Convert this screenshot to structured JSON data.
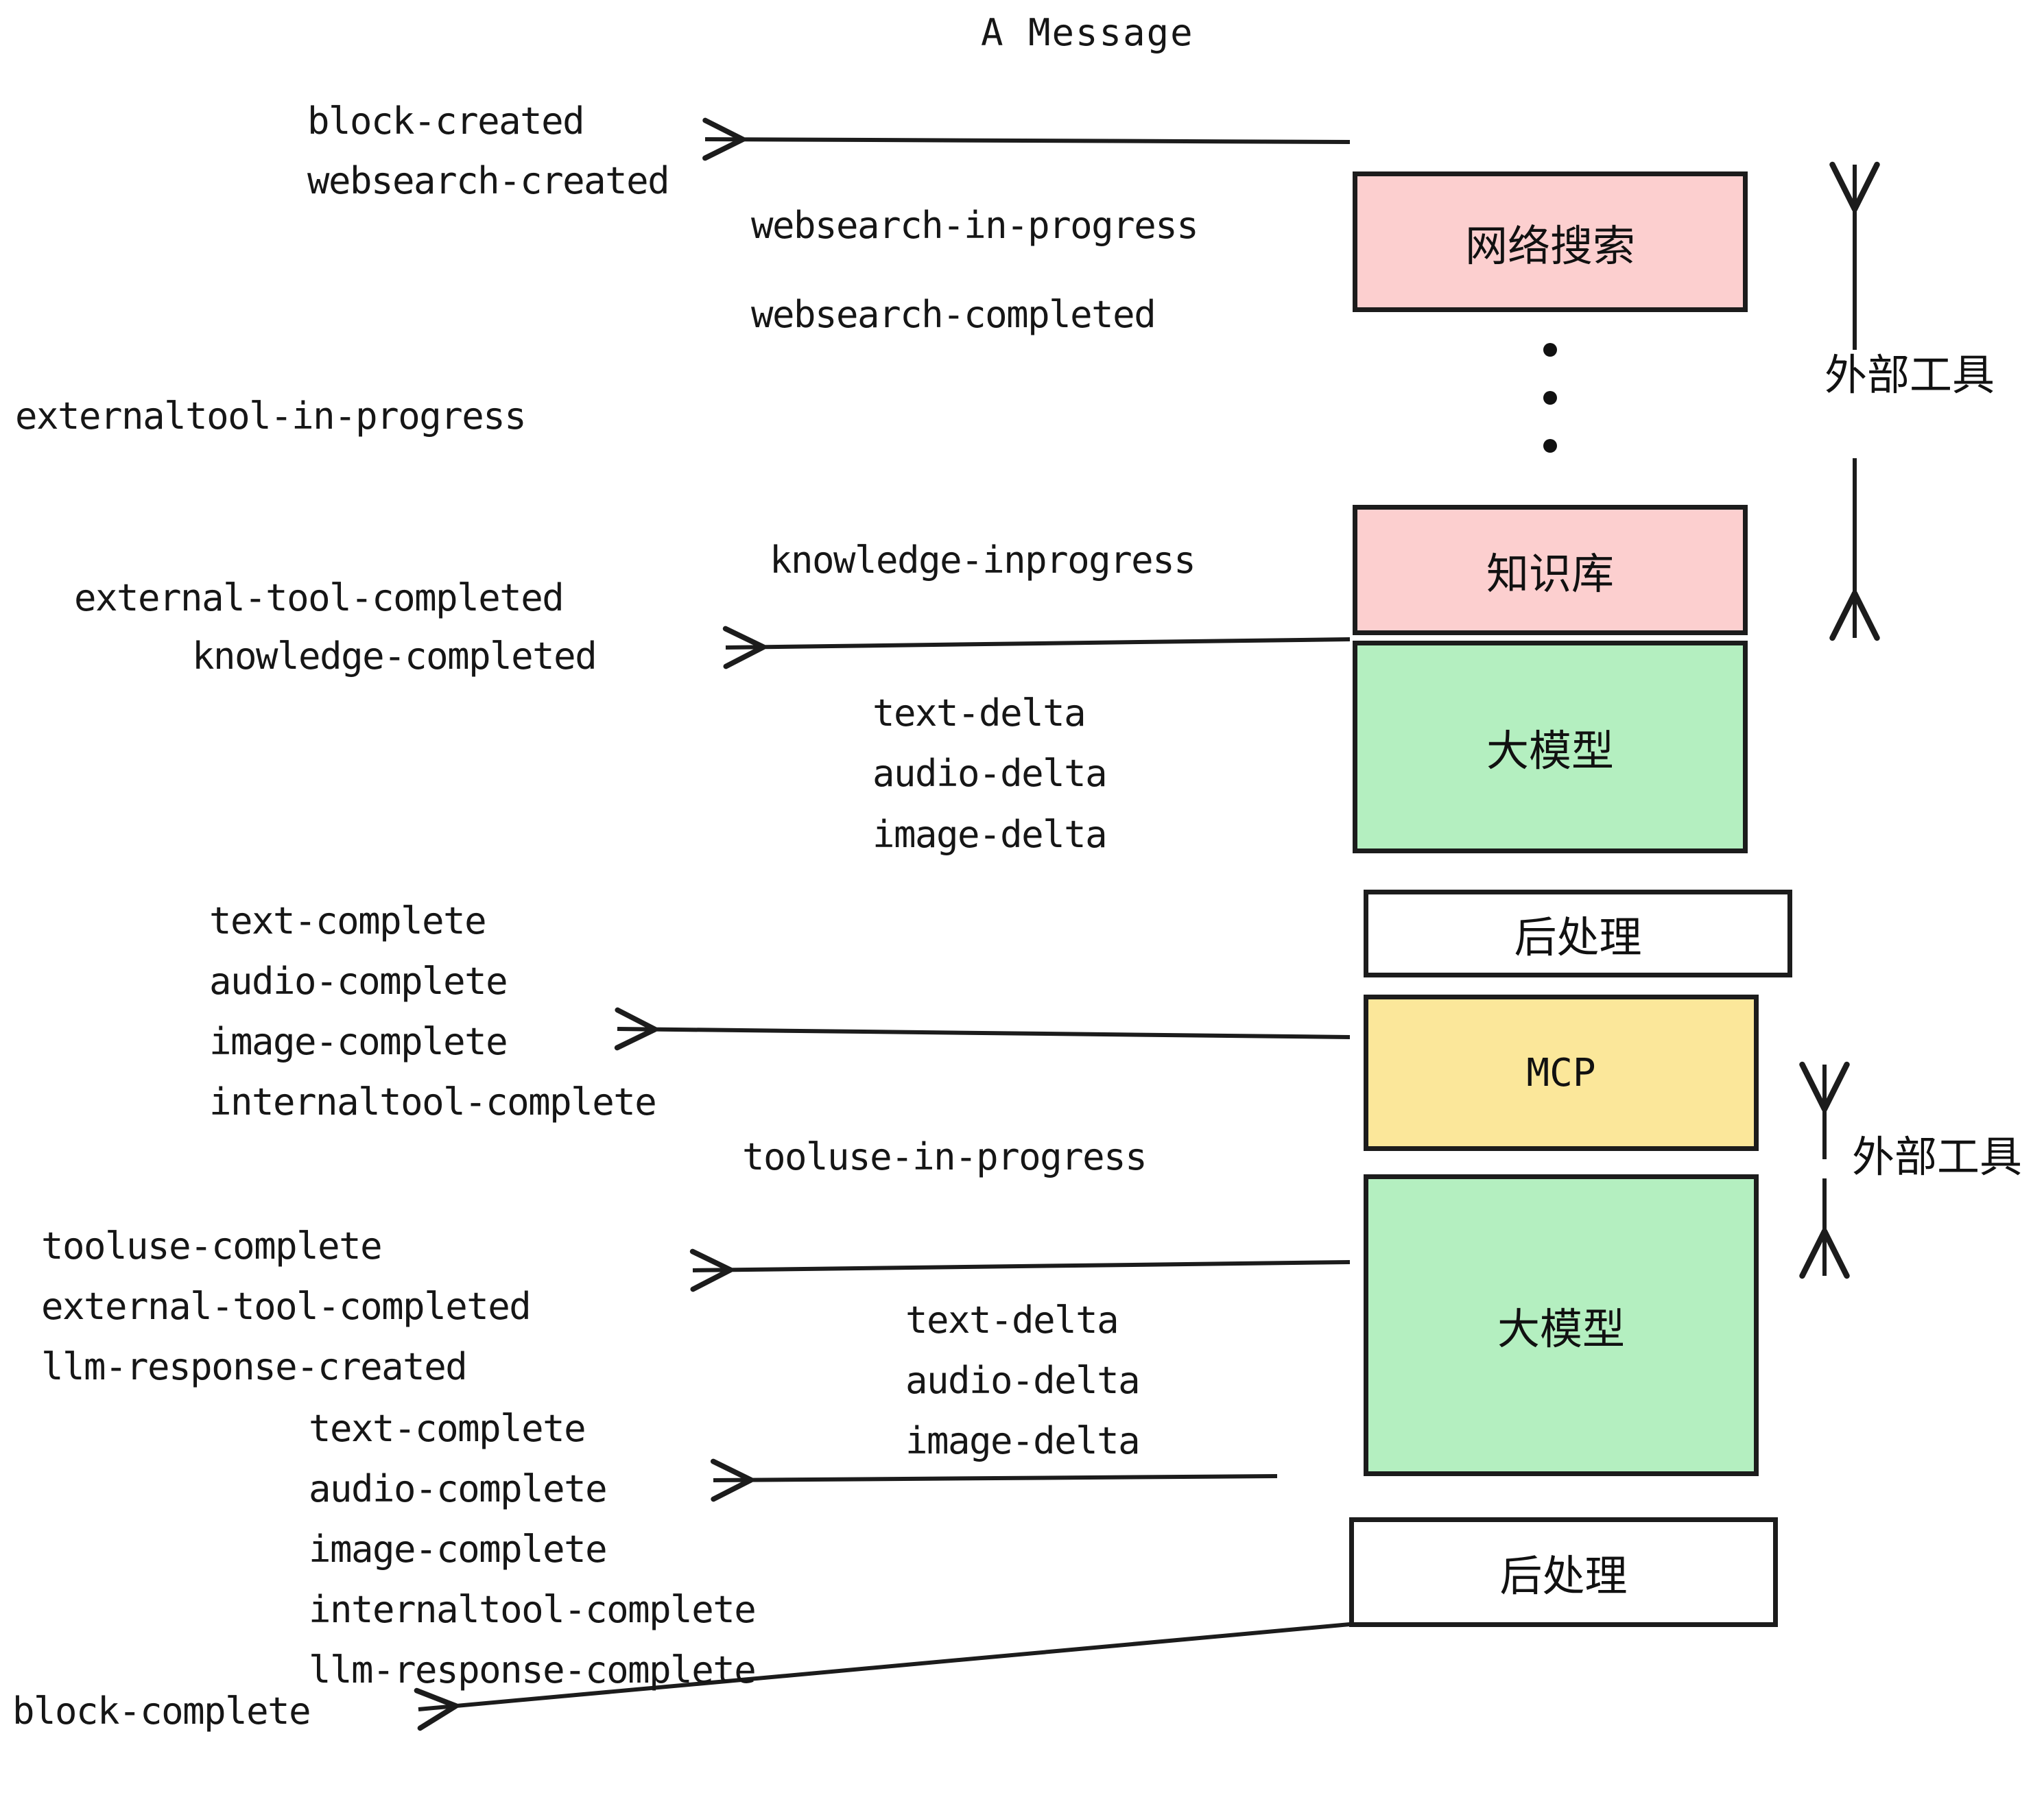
{
  "title": "A Message",
  "colors": {
    "pink": "#fccfcf",
    "green": "#b4efc0",
    "yellow": "#fbe79a",
    "white": "#ffffff",
    "stroke": "#1c1c1c",
    "text": "#161616",
    "background": "#ffffff"
  },
  "nodes": [
    {
      "id": "websearch",
      "label": "网络搜索",
      "fill": "pink",
      "mono": false
    },
    {
      "id": "knowledge",
      "label": "知识库",
      "fill": "pink",
      "mono": false
    },
    {
      "id": "llm-top",
      "label": "大模型",
      "fill": "green",
      "mono": false
    },
    {
      "id": "postprocess-top",
      "label": "后处理",
      "fill": "white",
      "mono": false
    },
    {
      "id": "mcp",
      "label": "MCP",
      "fill": "yellow",
      "mono": true
    },
    {
      "id": "llm-bottom",
      "label": "大模型",
      "fill": "green",
      "mono": false
    },
    {
      "id": "postprocess-bottom",
      "label": "后处理",
      "fill": "white",
      "mono": false
    }
  ],
  "group_labels": [
    {
      "id": "external-tools-top",
      "label": "外部工具"
    },
    {
      "id": "external-tools-bottom",
      "label": "外部工具"
    }
  ],
  "events": [
    {
      "id": "block-created",
      "text": "block-created"
    },
    {
      "id": "websearch-created",
      "text": "websearch-created"
    },
    {
      "id": "websearch-in-progress",
      "text": "websearch-in-progress"
    },
    {
      "id": "websearch-completed",
      "text": "websearch-completed"
    },
    {
      "id": "externaltool-in-progress",
      "text": "externaltool-in-progress"
    },
    {
      "id": "knowledge-inprogress",
      "text": "knowledge-inprogress"
    },
    {
      "id": "external-tool-completed-1",
      "text": "external-tool-completed"
    },
    {
      "id": "knowledge-completed",
      "text": "knowledge-completed"
    },
    {
      "id": "text-delta-1",
      "text": "text-delta"
    },
    {
      "id": "audio-delta-1",
      "text": "audio-delta"
    },
    {
      "id": "image-delta-1",
      "text": "image-delta"
    },
    {
      "id": "text-complete-1",
      "text": "text-complete"
    },
    {
      "id": "audio-complete-1",
      "text": "audio-complete"
    },
    {
      "id": "image-complete-1",
      "text": "image-complete"
    },
    {
      "id": "internaltool-complete-1",
      "text": "internaltool-complete"
    },
    {
      "id": "tooluse-in-progress",
      "text": "tooluse-in-progress"
    },
    {
      "id": "tooluse-complete",
      "text": "tooluse-complete"
    },
    {
      "id": "external-tool-completed-2",
      "text": "external-tool-completed"
    },
    {
      "id": "llm-response-created",
      "text": "llm-response-created"
    },
    {
      "id": "text-delta-2",
      "text": "text-delta"
    },
    {
      "id": "audio-delta-2",
      "text": "audio-delta"
    },
    {
      "id": "image-delta-2",
      "text": "image-delta"
    },
    {
      "id": "text-complete-2",
      "text": "text-complete"
    },
    {
      "id": "audio-complete-2",
      "text": "audio-complete"
    },
    {
      "id": "image-complete-2",
      "text": "image-complete"
    },
    {
      "id": "internaltool-complete-2",
      "text": "internaltool-complete"
    },
    {
      "id": "llm-response-complete",
      "text": "llm-response-complete"
    },
    {
      "id": "block-complete",
      "text": "block-complete"
    }
  ]
}
